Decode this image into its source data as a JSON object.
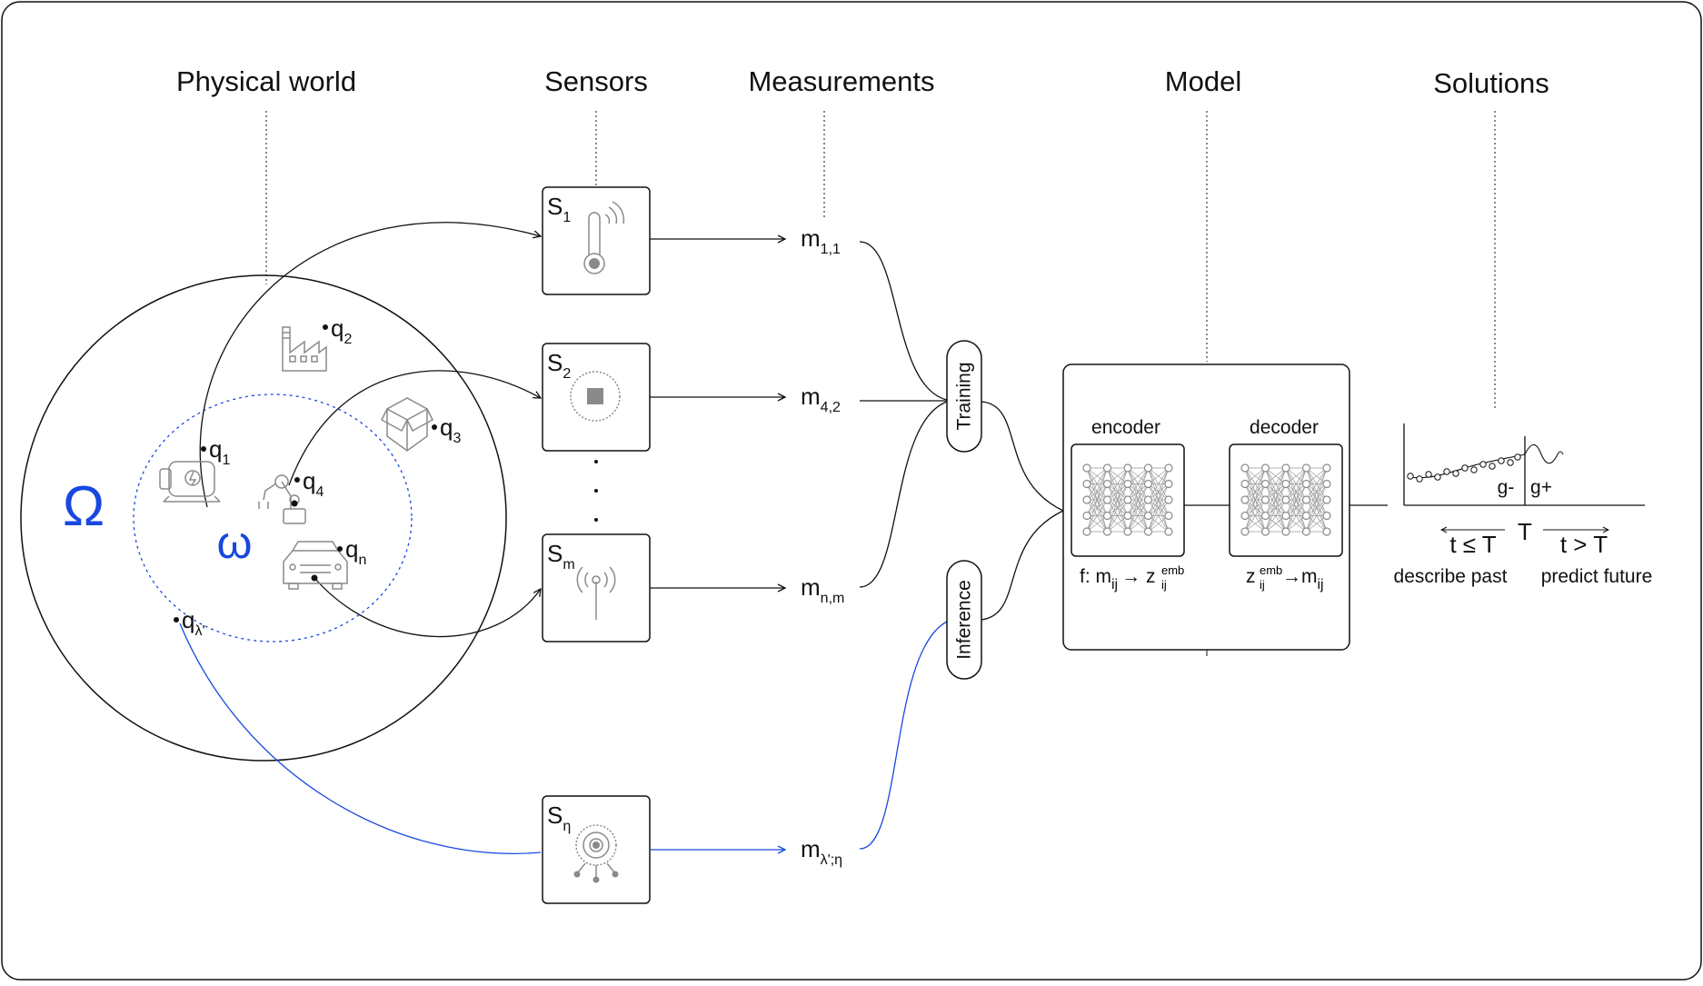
{
  "headers": {
    "physical_world": "Physical world",
    "sensors": "Sensors",
    "measurements": "Measurements",
    "model": "Model",
    "solutions": "Solutions"
  },
  "physical": {
    "omega_big": "Ω",
    "omega_small": "ω",
    "points": [
      {
        "base": "q",
        "sub": "1"
      },
      {
        "base": "q",
        "sub": "2"
      },
      {
        "base": "q",
        "sub": "3"
      },
      {
        "base": "q",
        "sub": "4"
      },
      {
        "base": "q",
        "sub": "n"
      },
      {
        "base": "q",
        "sub": "λ'"
      }
    ]
  },
  "sensors": [
    {
      "base": "S",
      "sub": "1",
      "icon": "thermometer-icon"
    },
    {
      "base": "S",
      "sub": "2",
      "icon": "chip-icon"
    },
    {
      "base": "S",
      "sub": "m",
      "icon": "antenna-icon"
    },
    {
      "base": "S",
      "sub": "η",
      "icon": "gauge-icon"
    }
  ],
  "measurements": [
    {
      "base": "m",
      "sub": "1,1"
    },
    {
      "base": "m",
      "sub": "4,2"
    },
    {
      "base": "m",
      "sub": "n,m"
    },
    {
      "base": "m",
      "sub": "λ';η"
    }
  ],
  "phases": {
    "training": "Training",
    "inference": "Inference"
  },
  "model": {
    "encoder": "encoder",
    "decoder": "decoder",
    "encoder_formula": {
      "f": "f: m",
      "f_sub": "ij",
      "arrow": "→ z",
      "z_sup": "emb",
      "z_sub": "ij"
    },
    "decoder_formula": {
      "z": "z",
      "z_sup": "emb",
      "z_sub": "ij",
      "arrow": "→m",
      "m_sub": "ij"
    }
  },
  "solutions": {
    "g_minus": "g-",
    "g_plus": "g+",
    "T": "T",
    "t_le": "t ≤ T",
    "t_gt": "t > T",
    "describe": "describe past",
    "predict": "predict future"
  },
  "colors": {
    "stroke": "#111111",
    "blue": "#1848e0",
    "icon_gray": "#8a8a8a"
  }
}
